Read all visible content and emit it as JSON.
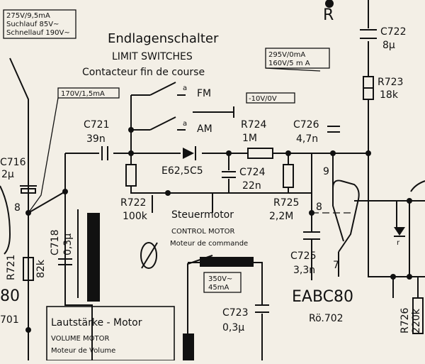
{
  "labels": {
    "r_top": "R",
    "c722": "C722",
    "c722_val": "8µ",
    "r723": "R723",
    "r723_val": "18k",
    "box_275": [
      "275V/9,5mA",
      "Suchlauf 85V~",
      "Schnellauf 190V~"
    ],
    "title_de": "Endlagenschalter",
    "title_en": "LIMIT SWITCHES",
    "title_fr": "Contacteur fin de course",
    "box_295": [
      "295V/0mA",
      "160V/5 m A"
    ],
    "box_170": "170V/1,5mA",
    "fm": "FM",
    "am": "AM",
    "a1": "a",
    "a2": "a",
    "box_10": "-10V/0V",
    "c726": "C726",
    "c726_val": "4,7n",
    "c721": "C721",
    "c721_val": "39n",
    "r724": "R724",
    "r724_val": "1M",
    "c716": "C716",
    "c716_val": "2µ",
    "e625": "E62,5C5",
    "c724": "C724",
    "c724_val": "22n",
    "pin9": "9",
    "pin8_left": "8",
    "c718": "C718",
    "c718_val": "0,3µ",
    "r722": "R722",
    "r722_val": "100k",
    "r725": "R725",
    "r725_val": "2,2M",
    "pin8_tube": "8",
    "steuer_de": "Steuermotor",
    "steuer_en": "CONTROL MOTOR",
    "steuer_fr": "Moteur de commande",
    "r721": "R721",
    "r721_val": "82k",
    "c725": "C725",
    "c725_val": "3,3n",
    "pin7": "7",
    "r_right": "r",
    "num_80_left": "80",
    "tube": "EABC80",
    "tube_ro": "Rö.702",
    "num_701": "701",
    "box_350": [
      "350V~",
      "45mA"
    ],
    "c723": "C723",
    "c723_val": "0,3µ",
    "laut_de": "Lautstärke - Motor",
    "laut_en": "VOLUME MOTOR",
    "laut_fr": "Moteur de Volume",
    "r726": "R726",
    "r726_val": "220k"
  }
}
